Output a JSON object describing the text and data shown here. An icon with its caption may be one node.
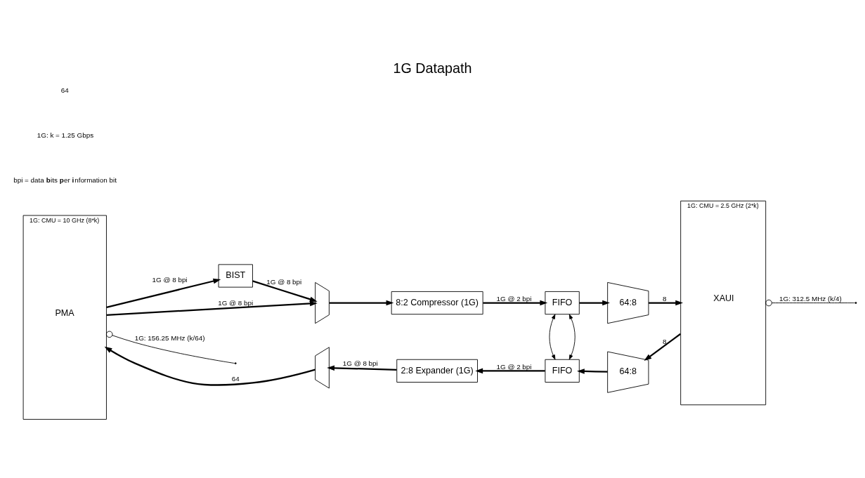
{
  "diagram": {
    "title": "1G Datapath",
    "nodes": [
      {
        "text": [
          "1G: CMU = 10 GHz (8*k)",
          "PMA"
        ]
      },
      {
        "text": [
          "BIST"
        ]
      },
      {
        "text": [],
        "shape": "trapezoid"
      },
      {
        "text": [
          "8:2 Compressor (1G)"
        ]
      },
      {
        "text": [
          "FIFO"
        ]
      },
      {
        "text": [
          "64:8"
        ]
      },
      {
        "text": [
          "1G: CMU = 2.5 GHz (2*k)",
          "XAUI"
        ]
      },
      {
        "text": [
          "2:8 Expander (1G)"
        ]
      },
      {
        "text": [
          "FIFO"
        ]
      },
      {
        "text": [
          "64:8"
        ]
      },
      {
        "text": [],
        "shape": "trapezoid"
      }
    ],
    "edges": [
      {
        "from": 0,
        "to": 1,
        "arrow": "to",
        "label": "1G @ 8 bpi"
      },
      {
        "from": 0,
        "to": 2,
        "arrow": "to",
        "label": "1G @ 8 bpi"
      },
      {
        "from": 1,
        "to": 2,
        "arrow": "to",
        "label": "1G @ 8 bpi"
      },
      {
        "from": 2,
        "to": 3,
        "arrow": "to"
      },
      {
        "from": 3,
        "to": 4,
        "arrow": "to",
        "label": "1G @ 2 bpi"
      },
      {
        "from": 4,
        "to": 5,
        "arrow": "to"
      },
      {
        "from": 5,
        "to": 6,
        "arrow": "to",
        "label": "8"
      },
      {
        "from": 6,
        "to": 9,
        "arrow": "to",
        "label": "8"
      },
      {
        "from": 9,
        "to": 8,
        "arrow": "to"
      },
      {
        "from": 8,
        "to": 7,
        "arrow": "to",
        "label": "1G @ 2 bpi"
      },
      {
        "from": 7,
        "to": 10,
        "arrow": "to",
        "label": "1G @ 8 bpi"
      },
      {
        "from": 10,
        "to": 0,
        "arrow": "to",
        "label": "64"
      },
      {
        "from": 4,
        "to": 8,
        "arrow": "both"
      },
      {
        "from": 4,
        "to": 8,
        "arrow": "both"
      },
      {
        "from": 0,
        "to": null,
        "arrow": "other",
        "label": "1G: 156.25 MHz (k/64)"
      },
      {
        "from": 6,
        "to": null,
        "arrow": "other",
        "label": "1G: 312.5 MHz (k/4)"
      }
    ],
    "labels": [
      "bpi = data **b**its **p**er **i**nformation bit",
      "1G: k = 1.25 Gbps",
      "64"
    ]
  }
}
